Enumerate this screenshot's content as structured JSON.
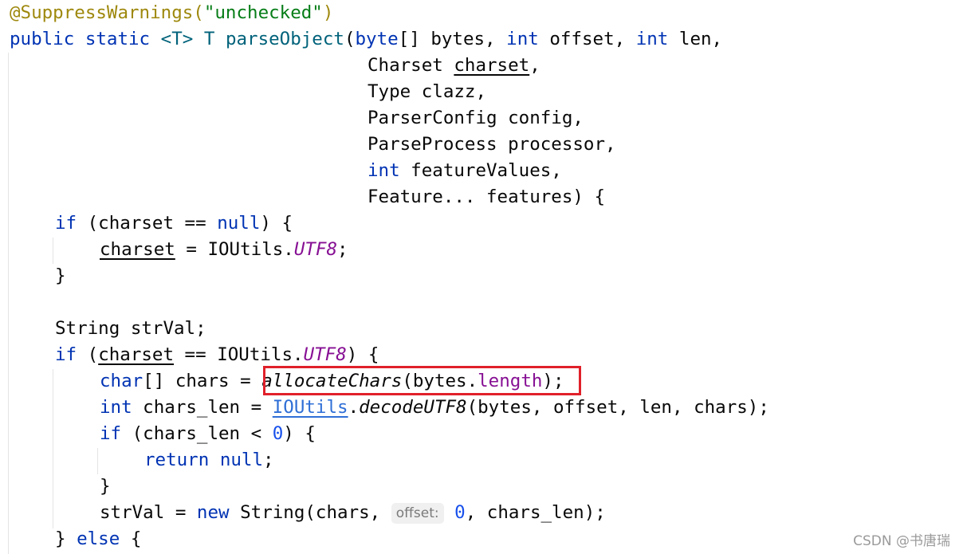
{
  "code": {
    "annotation": "@SuppressWarnings(",
    "annotation_arg": "\"unchecked\"",
    "annotation_close": ")",
    "l2_mods": "public static ",
    "l2_generic": "<T> T ",
    "l2_method": "parseObject",
    "l2_p1_type": "byte",
    "l2_rest1": "[] bytes, ",
    "l2_int1": "int",
    "l2_rest2": " offset, ",
    "l2_int2": "int",
    "l2_rest3": " len,",
    "p_charset_type": "Charset ",
    "p_charset_name": "charset",
    "p_charset_comma": ",",
    "p_type": "Type clazz,",
    "p_config": "ParserConfig config,",
    "p_processor": "ParseProcess processor,",
    "p_int": "int",
    "p_feature_values": " featureValues,",
    "p_features": "Feature... features) {",
    "if1_kw": "if",
    "if1_open": " (charset == ",
    "if1_null": "null",
    "if1_close": ") {",
    "assign_var": "charset",
    "assign_eq": " = IOUtils.",
    "assign_field": "UTF8",
    "assign_semi": ";",
    "close1": "}",
    "strval_decl": "String strVal;",
    "if2_kw": "if",
    "if2_open": " (",
    "if2_var": "charset",
    "if2_mid": " == IOUtils.",
    "if2_field": "UTF8",
    "if2_close": ") {",
    "chars_type": "char",
    "chars_decl": "[] chars = ",
    "alloc_method": "allocateChars",
    "alloc_args": "(bytes.",
    "alloc_field": "length",
    "alloc_close": ");",
    "len_type": "int",
    "len_decl": " chars_len = ",
    "len_class": "IOUtils",
    "len_dot": ".",
    "len_method": "decodeUTF8",
    "len_args": "(bytes, offset, len, chars);",
    "if3_kw": "if",
    "if3_open": " (chars_len < ",
    "if3_zero": "0",
    "if3_close": ") {",
    "return_kw": "return",
    "return_null": "null",
    "return_semi": ";",
    "close2": "}",
    "strval_assign": "strVal = ",
    "new_kw": "new",
    "new_rest": " String(chars, ",
    "hint_offset": "offset:",
    "new_zero": "0",
    "new_end": ", chars_len);",
    "else_close": "} ",
    "else_kw": "else",
    "else_open": " {"
  },
  "highlight": {
    "color": "#e0202a",
    "target": "allocateChars(bytes.length);"
  },
  "watermark": "CSDN @书唐瑞"
}
